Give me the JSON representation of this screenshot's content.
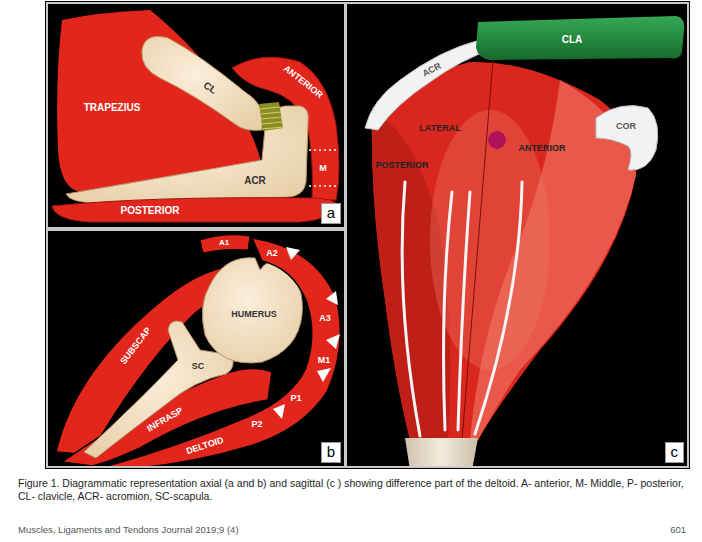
{
  "diagram": {
    "caption": "Figure 1. Diagrammatic representation axial (a and b) and sagittal (c ) showing difference part of the deltoid. A- anterior, M- Middle, P- posterior, CL- clavicle, ACR- acromion, SC-scapula.",
    "nodes": [
      {
        "text": [
          "a"
        ]
      },
      {
        "text": [
          "b"
        ]
      },
      {
        "text": [
          "c"
        ]
      }
    ],
    "labels": [
      "TRAPEZIUS",
      "CL",
      "ANTERIOR",
      "ACR",
      "M",
      "POSTERIOR",
      "A1",
      "A2",
      "A3",
      "M1",
      "P1",
      "P2",
      "SUBSCAP",
      "HUMERUS",
      "SC",
      "INFRASP",
      "DELTOID",
      "CLA",
      "ACR",
      "LATERAL",
      "ANTERIOR",
      "COR",
      "POSTERIOR",
      "Muscles, Ligaments and Tendons Journal 2019;9 (4)",
      "601"
    ]
  }
}
